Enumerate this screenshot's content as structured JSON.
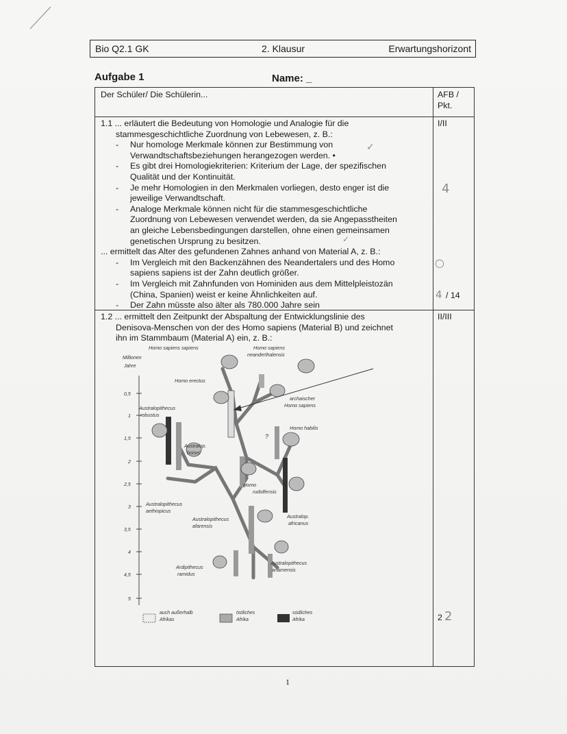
{
  "header": {
    "course": "Bio Q2.1 GK",
    "exam": "2. Klausur",
    "type": "Erwartungshorizont"
  },
  "task_title": "Aufgabe 1",
  "name_label": "Name: _",
  "table": {
    "head": {
      "left": "Der Schüler/ Die Schülerin...",
      "right_line1": "AFB /",
      "right_line2": "Pkt."
    },
    "row1": {
      "intro_line1": "1.1 ... erläutert die Bedeutung von Homologie und Analogie für die",
      "intro_line2": "stammesgeschichtliche Zuordnung von Lebewesen, z. B.:",
      "bullets": [
        [
          "Nur homologe Merkmale können zur Bestimmung von",
          "Verwandtschaftsbeziehungen herangezogen werden. •"
        ],
        [
          "Es gibt drei Homologiekriterien: Kriterium der Lage, der spezifischen",
          "Qualität und der Kontinuität."
        ],
        [
          "Je mehr Homologien in den Merkmalen vorliegen, desto enger ist die",
          "jeweilige Verwandtschaft."
        ],
        [
          "Analoge Merkmale können nicht für die stammesgeschichtliche",
          "Zuordnung von Lebewesen verwendet werden, da sie Angepasstheiten",
          "an gleiche Lebensbedingungen darstellen, ohne einen gemeinsamen",
          "genetischen Ursprung zu besitzen."
        ]
      ],
      "intro2": "... ermittelt das Alter des gefundenen Zahnes anhand von Material A, z. B.:",
      "bullets2": [
        [
          "Im Vergleich mit den Backenzähnen des Neandertalers und des Homo",
          "sapiens sapiens ist der Zahn deutlich größer."
        ],
        [
          "Im Vergleich mit Zahnfunden von Hominiden aus dem Mittelpleistozän",
          "(China, Spanien) weist er keine Ähnlichkeiten auf."
        ],
        [
          "Der Zahn müsste also älter als 780.000 Jahre sein"
        ]
      ],
      "afb": "I/II",
      "points": "/ 14"
    },
    "row2": {
      "line1": "1.2 ... ermittelt den Zeitpunkt der Abspaltung der Entwicklungslinie des",
      "line2": "Denisova-Menschen von der des Homo sapiens (Material B) und zeichnet",
      "line3": "ihn im Stammbaum (Material A) ein, z. B.:",
      "afb": "II/III",
      "points": "2"
    }
  },
  "handwritten": {
    "mark1": "✓",
    "mark2": "4",
    "mark3": "✓",
    "mark4": "○",
    "mark5": "4",
    "mark6": "2"
  },
  "tree": {
    "axis_title_line1": "Millionen",
    "axis_title_line2": "Jahre",
    "ticks": [
      "0,5",
      "1",
      "1,5",
      "2",
      "2,5",
      "3",
      "3,5",
      "4",
      "4,5",
      "5"
    ],
    "labels": {
      "hss": "Homo sapiens sapiens",
      "hsn1": "Homo sapiens",
      "hsn2": "neanderthalensis",
      "herectus": "Homo erectus",
      "arch1": "archaischer",
      "arch2": "Homo sapiens",
      "robustus1": "Australopithecus",
      "robustus2": "robustus",
      "habilis": "Homo habilis",
      "boisei1": "Australop.",
      "boisei2": "boisei",
      "rudolf1": "Homo",
      "rudolf2": "rudolfensis",
      "aeth1": "Australopithecus",
      "aeth2": "aethiopicus",
      "afar1": "Australopithecus",
      "afar2": "afarensis",
      "afric1": "Australop.",
      "afric2": "africanus",
      "anam1": "Australopithecus",
      "anam2": "anamensis",
      "ramidus1": "Ardipithecus",
      "ramidus2": "ramidus"
    },
    "legend": [
      {
        "line1": "auch außerhalb",
        "line2": "Afrikas"
      },
      {
        "line1": "östliches",
        "line2": "Afrika"
      },
      {
        "line1": "südliches",
        "line2": "Afrika"
      }
    ]
  },
  "page_number": "1"
}
